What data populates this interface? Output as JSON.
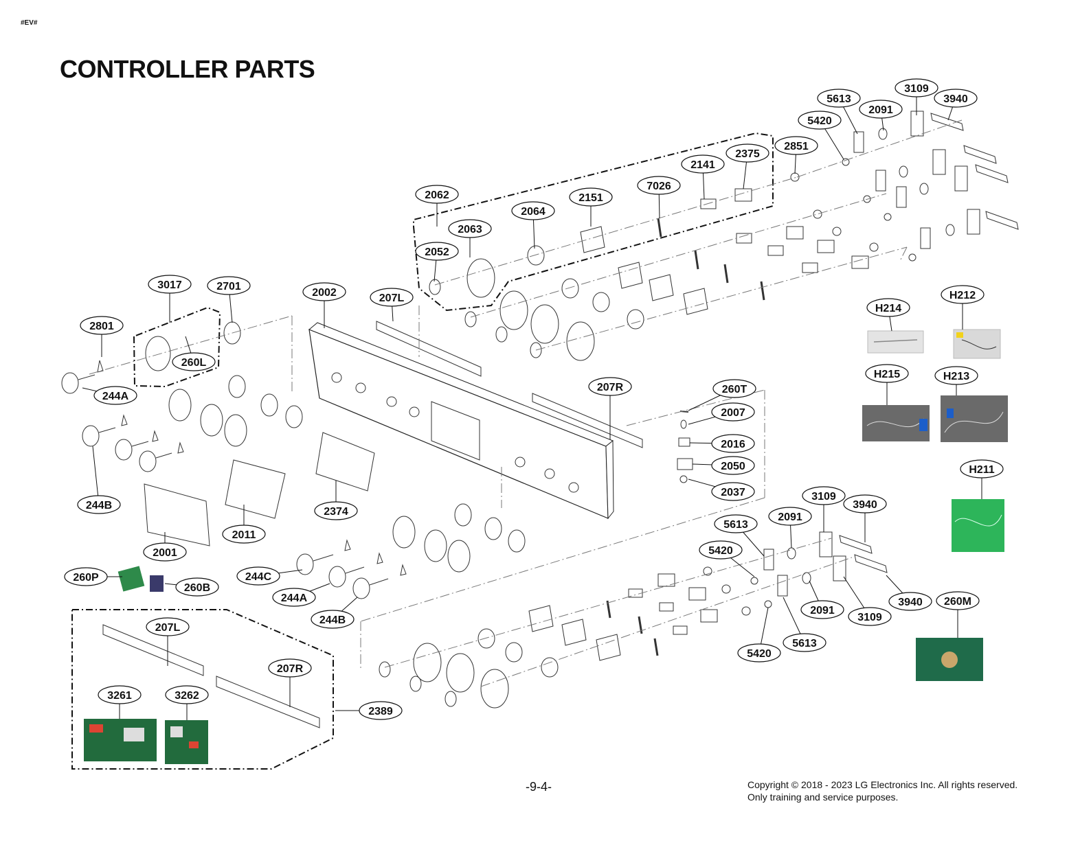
{
  "header": {
    "tag": "#EV#",
    "title": "CONTROLLER PARTS"
  },
  "footer": {
    "page": "-9-4-",
    "copyright": "Copyright © 2018 - 2023 LG Electronics Inc. All rights reserved.",
    "purpose": "Only training and service purposes."
  },
  "callouts": [
    {
      "label": "5613"
    },
    {
      "label": "3109"
    },
    {
      "label": "2091"
    },
    {
      "label": "3940"
    },
    {
      "label": "5420"
    },
    {
      "label": "2851"
    },
    {
      "label": "2141"
    },
    {
      "label": "2375"
    },
    {
      "label": "7026"
    },
    {
      "label": "2151"
    },
    {
      "label": "2062"
    },
    {
      "label": "2064"
    },
    {
      "label": "2063"
    },
    {
      "label": "2052"
    },
    {
      "label": "3017"
    },
    {
      "label": "2701"
    },
    {
      "label": "2002"
    },
    {
      "label": "207L"
    },
    {
      "label": "2801"
    },
    {
      "label": "260L"
    },
    {
      "label": "244A"
    },
    {
      "label": "244B"
    },
    {
      "label": "207R"
    },
    {
      "label": "260T"
    },
    {
      "label": "2007"
    },
    {
      "label": "2016"
    },
    {
      "label": "2050"
    },
    {
      "label": "2037"
    },
    {
      "label": "2374"
    },
    {
      "label": "2011"
    },
    {
      "label": "2001"
    },
    {
      "label": "260P"
    },
    {
      "label": "260B"
    },
    {
      "label": "244C"
    },
    {
      "label": "244A"
    },
    {
      "label": "244B"
    },
    {
      "label": "207L"
    },
    {
      "label": "207R"
    },
    {
      "label": "3261"
    },
    {
      "label": "3262"
    },
    {
      "label": "2389"
    },
    {
      "label": "H214"
    },
    {
      "label": "H212"
    },
    {
      "label": "H215"
    },
    {
      "label": "H213"
    },
    {
      "label": "H211"
    },
    {
      "label": "3109"
    },
    {
      "label": "3940"
    },
    {
      "label": "5613"
    },
    {
      "label": "2091"
    },
    {
      "label": "5420"
    },
    {
      "label": "3940"
    },
    {
      "label": "260M"
    },
    {
      "label": "2091"
    },
    {
      "label": "3109"
    },
    {
      "label": "5420"
    },
    {
      "label": "5613"
    }
  ]
}
